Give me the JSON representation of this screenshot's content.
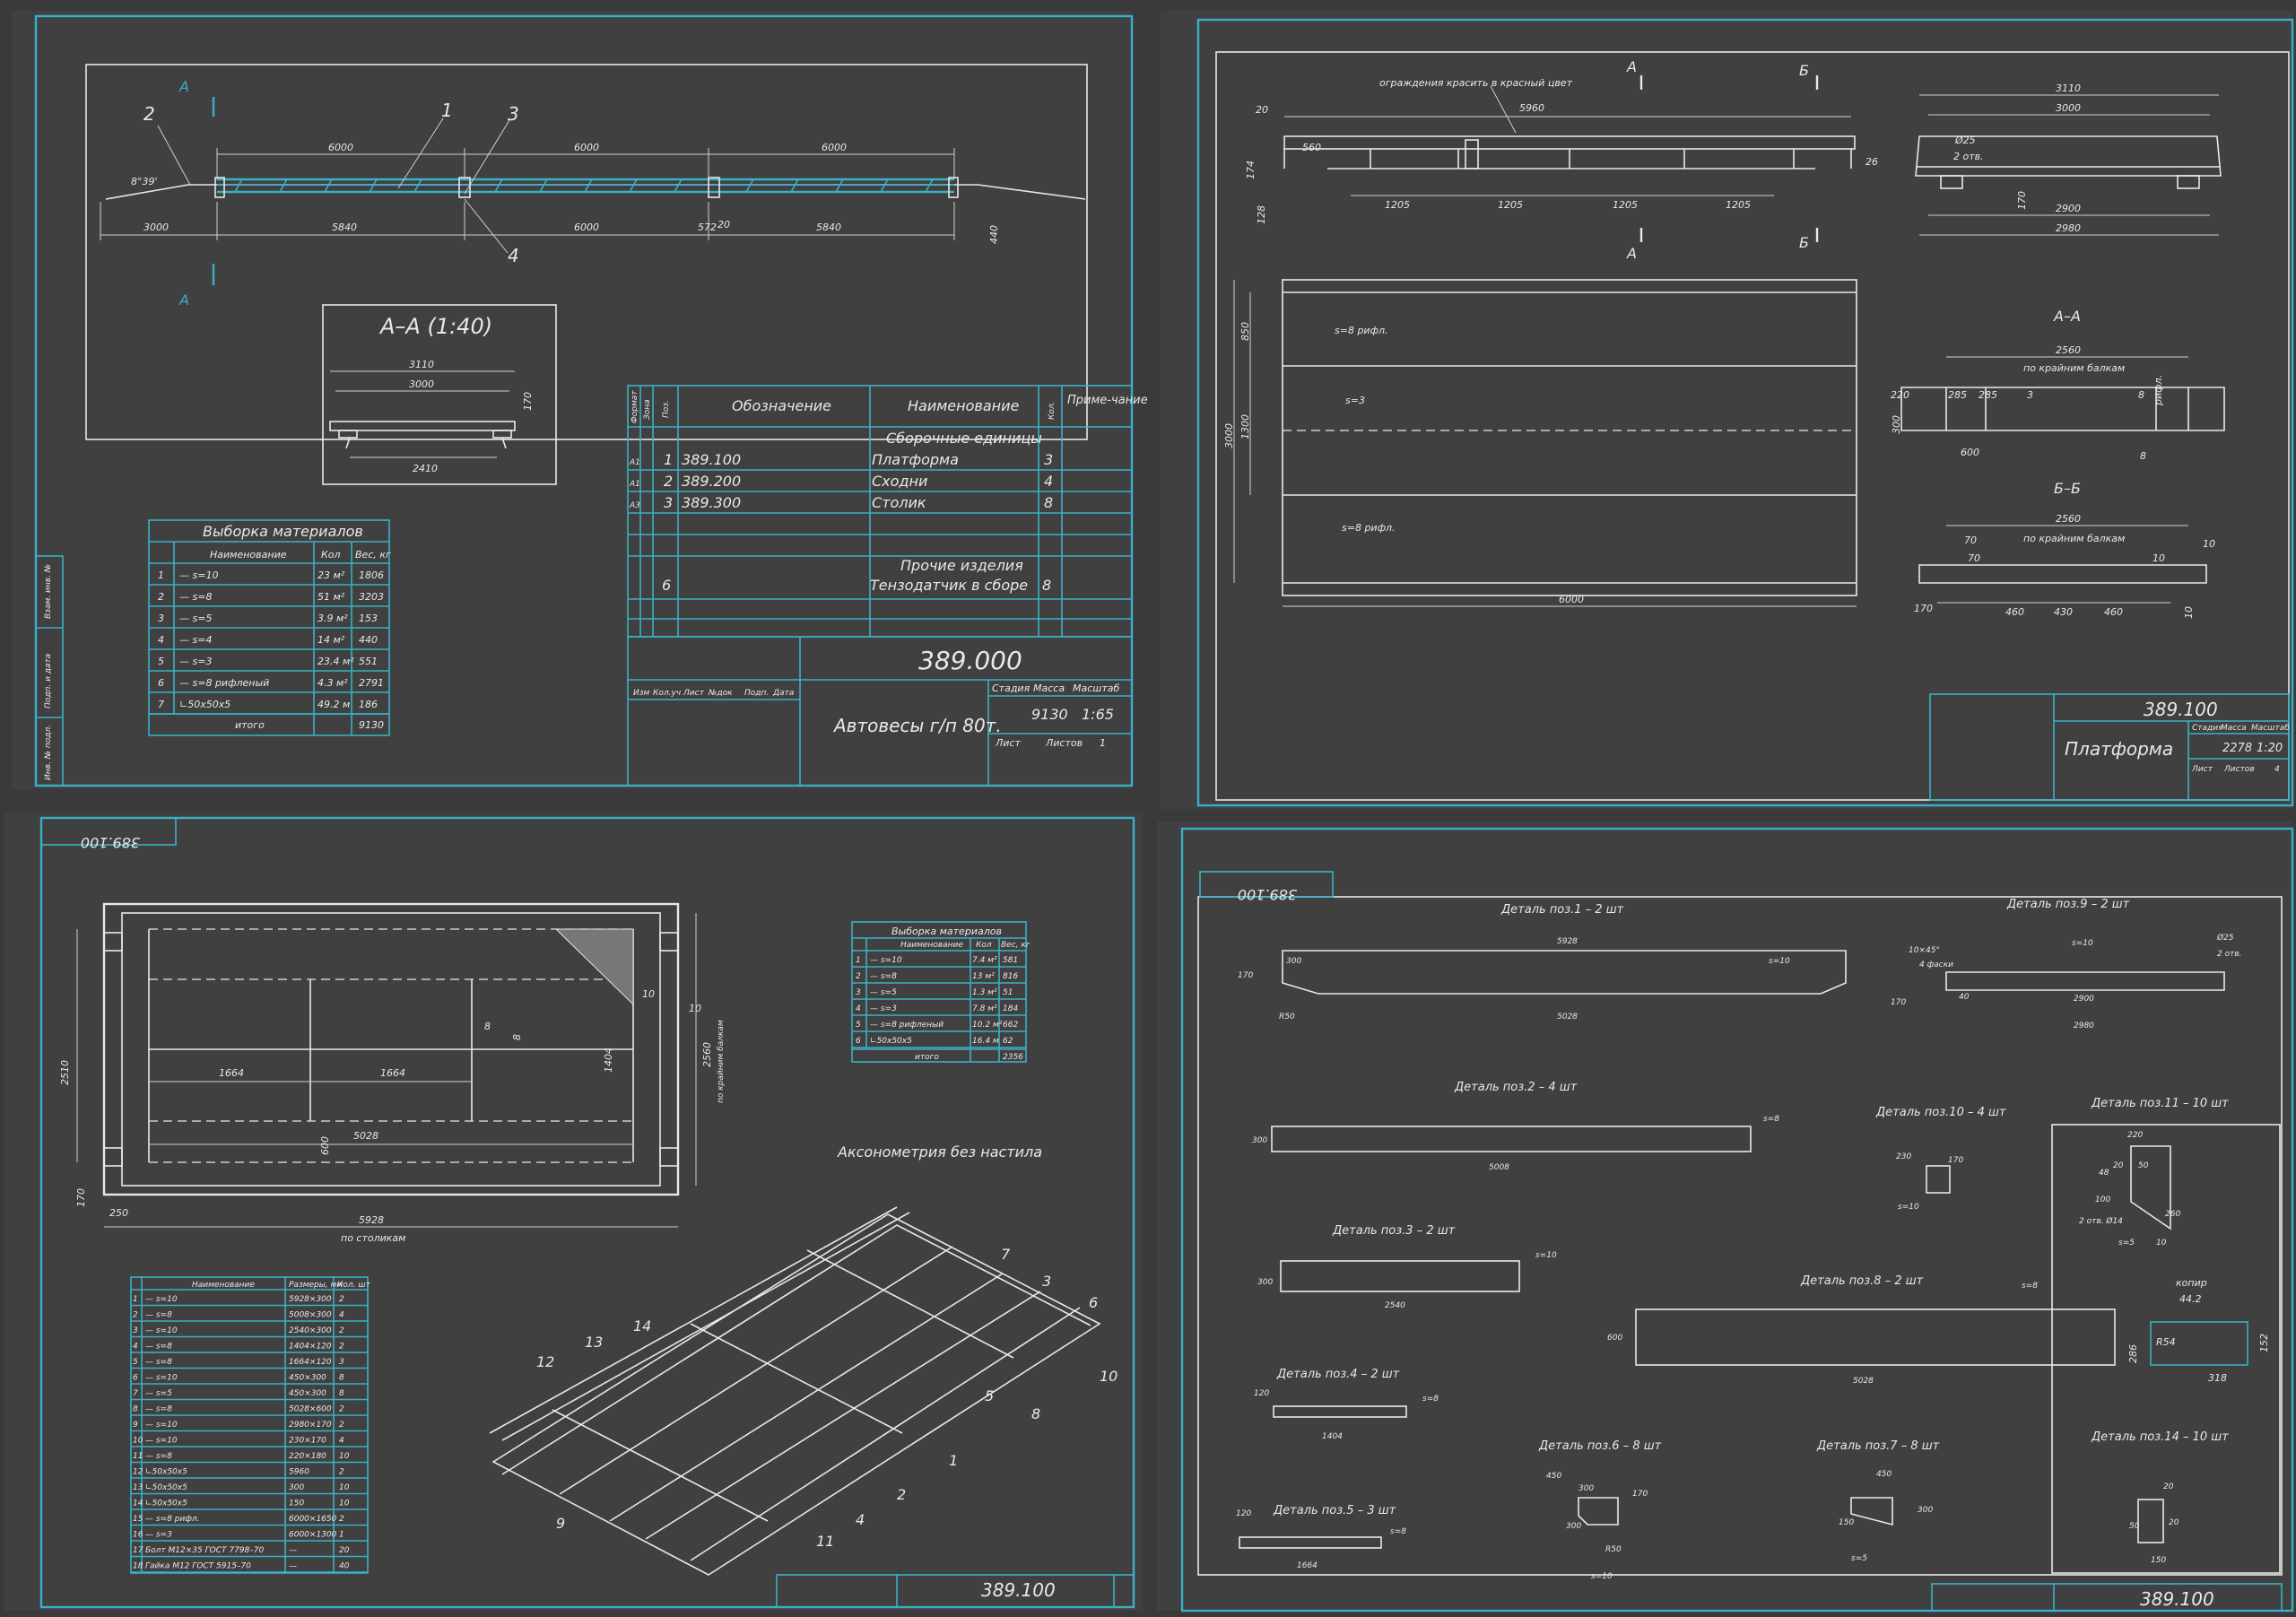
{
  "sheet1": {
    "callouts": [
      "1",
      "2",
      "3",
      "4"
    ],
    "section_mark": "A",
    "angle": "8°39'",
    "dims_top": [
      "6000",
      "6000",
      "6000"
    ],
    "dims_bottom": [
      "3000",
      "5840",
      "6000",
      "5840",
      "440"
    ],
    "dim_small": "572",
    "dim_small2": "20",
    "section_title": "А–А (1:40)",
    "section_dims": [
      "3110",
      "3000",
      "170",
      "2410"
    ],
    "materials_title": "Выборка материалов",
    "materials_headers": [
      "Наименование",
      "Кол",
      "Вес, кг"
    ],
    "materials_rows": [
      [
        "1",
        "— s=10",
        "23 м²",
        "1806"
      ],
      [
        "2",
        "— s=8",
        "51 м²",
        "3203"
      ],
      [
        "3",
        "— s=5",
        "3.9 м²",
        "153"
      ],
      [
        "4",
        "— s=4",
        "14 м²",
        "440"
      ],
      [
        "5",
        "— s=3",
        "23.4 м²",
        "551"
      ],
      [
        "6",
        "— s=8 рифленый",
        "4.3 м²",
        "2791"
      ],
      [
        "7",
        "∟50х50х5",
        "49.2 м",
        "186"
      ]
    ],
    "materials_total_label": "итого",
    "materials_total": "9130",
    "spec_headers": [
      "Формат",
      "Зона",
      "Поз.",
      "Обозначение",
      "Наименование",
      "Кол.",
      "Приме-чание"
    ],
    "spec_section1": "Сборочные единицы",
    "spec_rows": [
      [
        "А1",
        "1",
        "389.100",
        "Платформа",
        "3"
      ],
      [
        "А1",
        "2",
        "389.200",
        "Сходни",
        "4"
      ],
      [
        "А3",
        "3",
        "389.300",
        "Столик",
        "8"
      ]
    ],
    "spec_section2": "Прочие изделия",
    "spec_other": [
      "6",
      "Тензодатчик в сборе",
      "8"
    ],
    "stamp_code": "389.000",
    "stamp_title": "Автовесы г/п 80т.",
    "stamp_labels": [
      "Изм",
      "Кол.уч",
      "Лист",
      "№док",
      "Подп.",
      "Дата",
      "Стадия",
      "Масса",
      "Масштаб",
      "Лист",
      "Листов"
    ],
    "stamp_mass": "9130",
    "stamp_scale": "1:65",
    "stamp_sheets": "1",
    "side_labels": [
      "Взам. инв. №",
      "Подп. и дата",
      "Инв. № подл."
    ]
  },
  "sheet2": {
    "note": "ограждения красить в красный цвет",
    "section_marks": [
      "А",
      "Б"
    ],
    "dims_top": [
      "20",
      "5960",
      "560",
      "26",
      "1205",
      "1205",
      "1205",
      "1205"
    ],
    "dims_left": [
      "174",
      "128",
      "300"
    ],
    "dims_right": [
      "3110",
      "3000",
      "Ø25",
      "2 отв.",
      "170",
      "2900",
      "2980"
    ],
    "plan_labels": [
      "s=8 рифл.",
      "s=3",
      "s=8 рифл."
    ],
    "plan_dims": [
      "850",
      "1300",
      "3000",
      "6000"
    ],
    "section_aa": "А–А",
    "section_bb": "Б–Б",
    "aa_dims": [
      "2560",
      "по крайним балкам",
      "220",
      "285",
      "285",
      "300",
      "600",
      "8",
      "рифл.",
      "3",
      "8"
    ],
    "bb_dims": [
      "2560",
      "по крайним балкам",
      "70",
      "70",
      "10",
      "10",
      "170",
      "460",
      "430",
      "460",
      "10"
    ],
    "stamp_code": "389.100",
    "stamp_title": "Платформа",
    "stamp_labels": [
      "Стадия",
      "Масса",
      "Масштаб",
      "Лист",
      "Листов"
    ],
    "stamp_mass": "2278",
    "stamp_scale": "1:20",
    "stamp_sheets": "4"
  },
  "sheet3": {
    "stamp_code": "389.100",
    "top_tab": "389.100",
    "plan_dims": [
      "2510",
      "2560",
      "по крайним балкам",
      "1664",
      "1664",
      "5028",
      "1404",
      "600",
      "170",
      "250",
      "5928",
      "по столикам",
      "10",
      "10",
      "8",
      "8"
    ],
    "materials_title": "Выборка материалов",
    "materials_headers": [
      "Наименование",
      "Кол",
      "Вес, кг"
    ],
    "materials_rows": [
      [
        "1",
        "— s=10",
        "7.4 м²",
        "581"
      ],
      [
        "2",
        "— s=8",
        "13 м²",
        "816"
      ],
      [
        "3",
        "— s=5",
        "1.3 м²",
        "51"
      ],
      [
        "4",
        "— s=3",
        "7.8 м²",
        "184"
      ],
      [
        "5",
        "— s=8 рифленый",
        "10.2 м²",
        "662"
      ],
      [
        "6",
        "∟50х50х5",
        "16.4 м",
        "62"
      ]
    ],
    "materials_total_label": "итого",
    "materials_total": "2356",
    "axon_title": "Аксонометрия без настила",
    "axon_callouts": [
      "7",
      "3",
      "6",
      "10",
      "8",
      "5",
      "1",
      "2",
      "4",
      "11",
      "9",
      "12",
      "13",
      "14"
    ],
    "parts_headers": [
      "Наименование",
      "Размеры, мм",
      "Кол. шт"
    ],
    "parts_rows": [
      [
        "1",
        "— s=10",
        "5928×300",
        "2"
      ],
      [
        "2",
        "— s=8",
        "5008×300",
        "4"
      ],
      [
        "3",
        "— s=10",
        "2540×300",
        "2"
      ],
      [
        "4",
        "— s=8",
        "1404×120",
        "2"
      ],
      [
        "5",
        "— s=8",
        "1664×120",
        "3"
      ],
      [
        "6",
        "— s=10",
        "450×300",
        "8"
      ],
      [
        "7",
        "— s=5",
        "450×300",
        "8"
      ],
      [
        "8",
        "— s=8",
        "5028×600",
        "2"
      ],
      [
        "9",
        "— s=10",
        "2980×170",
        "2"
      ],
      [
        "10",
        "— s=10",
        "230×170",
        "4"
      ],
      [
        "11",
        "— s=8",
        "220×180",
        "10"
      ],
      [
        "12",
        "∟50х50х5",
        "5960",
        "2"
      ],
      [
        "13",
        "∟50х50х5",
        "300",
        "10"
      ],
      [
        "14",
        "∟50х50х5",
        "150",
        "10"
      ],
      [
        "15",
        "— s=8 рифл.",
        "6000×1650",
        "2"
      ],
      [
        "16",
        "— s=3",
        "6000×1300",
        "1"
      ],
      [
        "17",
        "Болт М12×35 ГОСТ 7798–70",
        "—",
        "20"
      ],
      [
        "18",
        "Гайка М12 ГОСТ 5915–70",
        "—",
        "40"
      ]
    ]
  },
  "sheet4": {
    "top_tab": "389.100",
    "stamp_code": "389.100",
    "parts": [
      {
        "title": "Деталь поз.1 – 2 шт",
        "dims": [
          "5928",
          "170",
          "300",
          "R50",
          "5028",
          "s=10"
        ]
      },
      {
        "title": "Деталь поз.9 – 2 шт",
        "dims": [
          "10×45°",
          "4 фаски",
          "s=10",
          "Ø25",
          "2 отв.",
          "170",
          "40",
          "2900",
          "2980"
        ]
      },
      {
        "title": "Деталь поз.2 – 4 шт",
        "dims": [
          "300",
          "5008",
          "s=8"
        ]
      },
      {
        "title": "Деталь поз.10 – 4 шт",
        "dims": [
          "230",
          "170",
          "s=10"
        ]
      },
      {
        "title": "Деталь поз.11 – 10 шт",
        "dims": [
          "220",
          "20",
          "50",
          "48",
          "100",
          "260",
          "2 отв. Ø14",
          "s=5",
          "10"
        ]
      },
      {
        "title": "Деталь поз.3 – 2 шт",
        "dims": [
          "300",
          "2540",
          "s=10"
        ]
      },
      {
        "title": "Деталь поз.8 – 2 шт",
        "dims": [
          "600",
          "5028",
          "s=8"
        ]
      },
      {
        "title": "Деталь поз.4 – 2 шт",
        "dims": [
          "120",
          "1404",
          "s=8"
        ]
      },
      {
        "title": "Деталь поз.6 – 8 шт",
        "dims": [
          "450",
          "300",
          "170",
          "300",
          "R50",
          "s=10"
        ]
      },
      {
        "title": "Деталь поз.7 – 8 шт",
        "dims": [
          "450",
          "300",
          "150",
          "s=5"
        ]
      },
      {
        "title": "Деталь поз.5 – 3 шт",
        "dims": [
          "120",
          "1664",
          "s=8"
        ]
      },
      {
        "title": "Деталь поз.14 – 10 шт",
        "dims": [
          "20",
          "50",
          "150",
          "20"
        ]
      }
    ],
    "kopir": [
      "копир",
      "44.2",
      "286",
      "R54",
      "318",
      "152"
    ]
  }
}
